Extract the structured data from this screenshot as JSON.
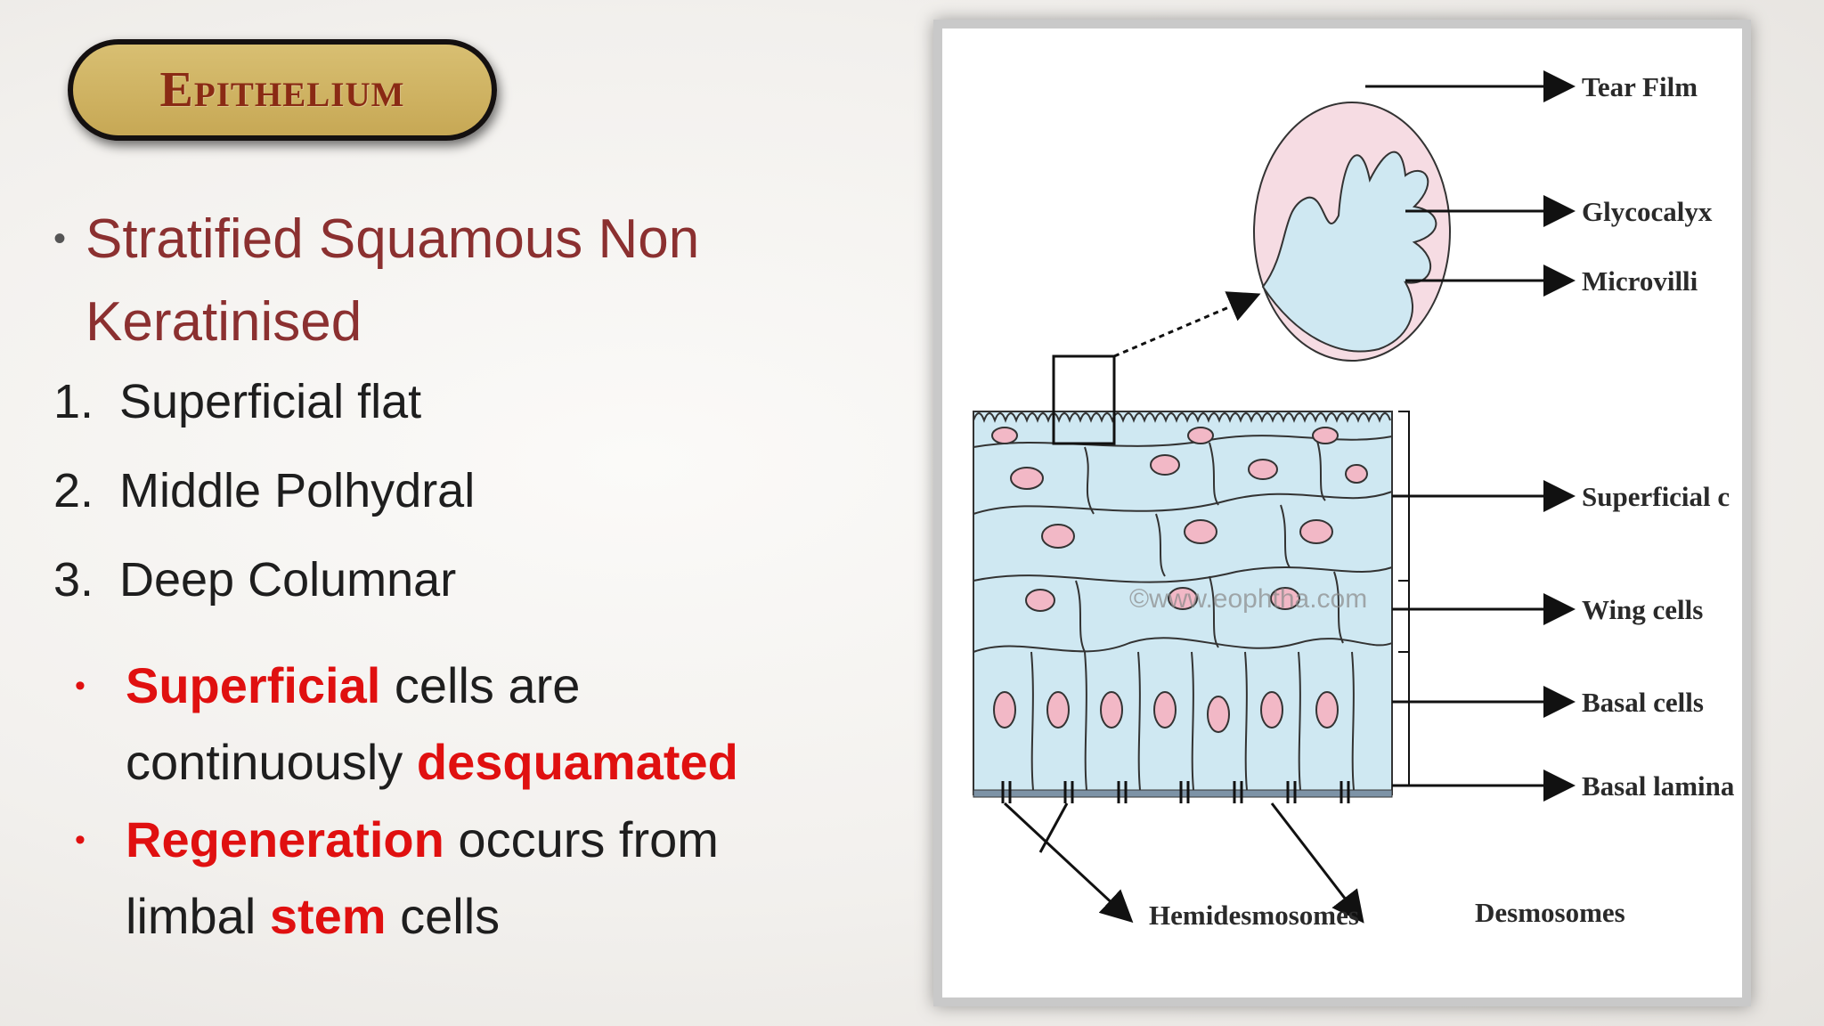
{
  "title": "Epithelium",
  "main_bullet": {
    "line1": "Stratified Squamous Non",
    "line2": "Keratinised"
  },
  "layers": [
    {
      "num": "1.",
      "text": "Superficial flat"
    },
    {
      "num": "2.",
      "text": "Middle Polhydral"
    },
    {
      "num": "3.",
      "text": "Deep Columnar"
    }
  ],
  "notes": [
    {
      "highlight": "Superficial",
      "mid": " cells are",
      "line2_plain": "continuously ",
      "line2_highlight": "desquamated"
    },
    {
      "highlight": "Regeneration",
      "mid": " occurs from",
      "line2_plain": "limbal ",
      "line2_highlight": "stem",
      "line2_tail": " cells"
    }
  ],
  "figure": {
    "labels": {
      "tear_film": "Tear Film",
      "glycocalyx": "Glycocalyx",
      "microvilli": "Microvilli",
      "superficial": "Superficial c",
      "wing": "Wing cells",
      "basal": "Basal cells",
      "lamina": "Basal lamina",
      "hemidesmosomes": "Hemidesmosomes",
      "desmosomes": "Desmosomes"
    },
    "watermark": "©www.eophtha.com",
    "colors": {
      "cell_fill": "#cfe8f2",
      "nucleus": "#f2b8c6",
      "outline": "#222222"
    }
  }
}
